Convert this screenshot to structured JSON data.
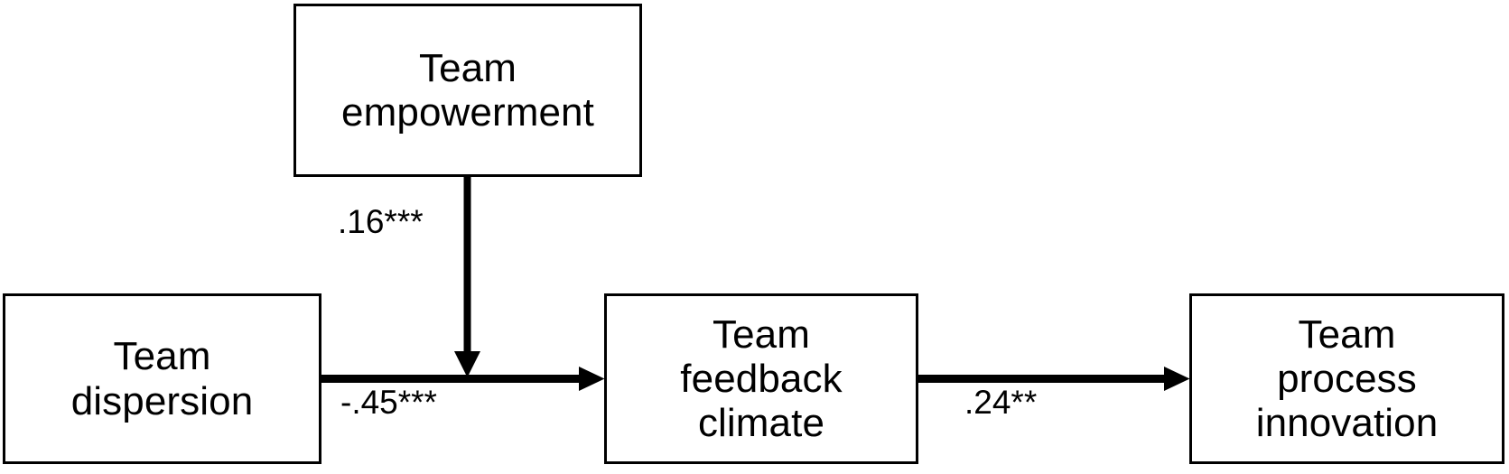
{
  "figure": {
    "type": "path-model-diagram",
    "background_color": "#ffffff",
    "line_color": "#000000",
    "text_color": "#000000"
  },
  "nodes": [
    {
      "id": "team-empowerment",
      "lines": [
        "Team",
        "empowerment"
      ],
      "line1": "Team",
      "line2": "empowerment",
      "role": "moderator"
    },
    {
      "id": "team-dispersion",
      "lines": [
        "Team",
        "dispersion"
      ],
      "line1": "Team",
      "line2": "dispersion",
      "role": "predictor"
    },
    {
      "id": "team-feedback-climate",
      "lines": [
        "Team",
        "feedback",
        "climate"
      ],
      "line1": "Team",
      "line2": "feedback",
      "line3": "climate",
      "role": "mediator"
    },
    {
      "id": "team-process-innovation",
      "lines": [
        "Team",
        "process",
        "innovation"
      ],
      "line1": "Team",
      "line2": "process",
      "line3": "innovation",
      "role": "outcome"
    }
  ],
  "edges": [
    {
      "id": "empowerment-to-path",
      "from": "team-empowerment",
      "to": "dispersion-to-climate-path",
      "direction": "down",
      "label": ".16***",
      "coefficient": ".16",
      "significance": "***"
    },
    {
      "id": "dispersion-to-climate",
      "from": "team-dispersion",
      "to": "team-feedback-climate",
      "direction": "right",
      "label": "-.45***",
      "coefficient": "-.45",
      "significance": "***"
    },
    {
      "id": "climate-to-innovation",
      "from": "team-feedback-climate",
      "to": "team-process-innovation",
      "direction": "right",
      "label": ".24**",
      "coefficient": ".24",
      "significance": "**"
    }
  ]
}
